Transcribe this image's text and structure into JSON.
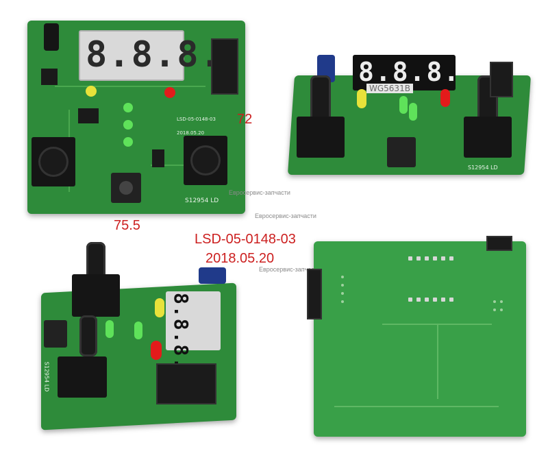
{
  "dimensions": {
    "annotations": {
      "width_mm": "72",
      "height_mm": "75.5"
    }
  },
  "model": {
    "code": "LSD-05-0148-03",
    "date": "2018.05.20"
  },
  "watermark": {
    "text": "Евросервис-запчасти"
  },
  "silkscreen": {
    "board_id": "S12954 LD",
    "top_left_text_1": "LSD-05-0148-03",
    "top_left_text_2": "2018.05.20",
    "display_marking": "WG5631B"
  },
  "colors": {
    "pcb_green": "#2e8b3a",
    "annotation_red": "#cc1f1f",
    "led_yellow": "#e8e23a",
    "led_green": "#5fe25a",
    "led_red": "#e31b1b"
  }
}
